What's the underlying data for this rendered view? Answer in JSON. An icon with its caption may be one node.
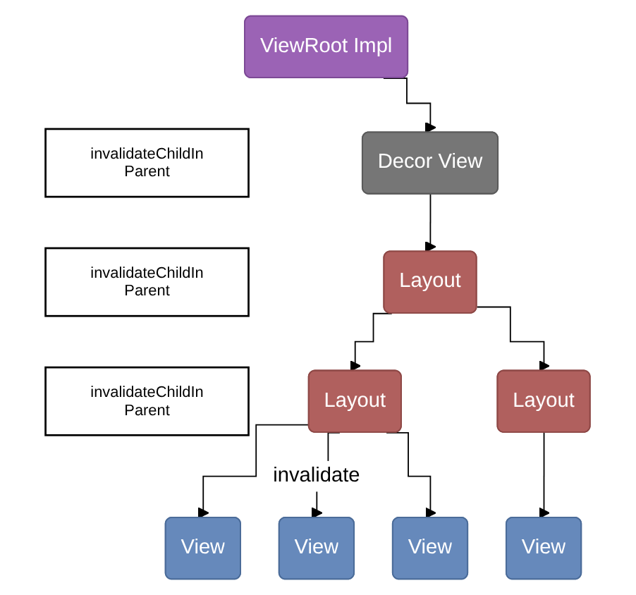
{
  "diagram": {
    "nodes": [
      {
        "text": [
          "invalidateChildIn Parent"
        ]
      },
      {
        "text": [
          "Decor View"
        ]
      },
      {
        "text": [
          "ViewRoot Impl"
        ]
      },
      {
        "text": [
          "invalidateChildIn Parent"
        ]
      },
      {
        "text": [
          "Layout"
        ]
      },
      {
        "text": [
          "invalidateChildIn Parent"
        ]
      },
      {
        "text": [
          "Layout"
        ]
      },
      {
        "text": [
          "Layout"
        ]
      },
      {
        "text": [
          "View"
        ]
      },
      {
        "text": [
          "View"
        ]
      },
      {
        "text": [
          "View"
        ]
      },
      {
        "text": [
          "View"
        ]
      }
    ],
    "edges": [
      {
        "from": 2,
        "to": 1,
        "arrow": "to"
      },
      {
        "from": 1,
        "to": 4,
        "arrow": "to"
      },
      {
        "from": 4,
        "to": 6,
        "arrow": "to"
      },
      {
        "from": 4,
        "to": 7,
        "arrow": "to"
      },
      {
        "from": 6,
        "to": 8,
        "arrow": "to"
      },
      {
        "from": 6,
        "to": 9,
        "arrow": "to",
        "label": "invalidate"
      },
      {
        "from": 6,
        "to": 10,
        "arrow": "to"
      },
      {
        "from": 7,
        "to": 11,
        "arrow": "to"
      }
    ]
  }
}
